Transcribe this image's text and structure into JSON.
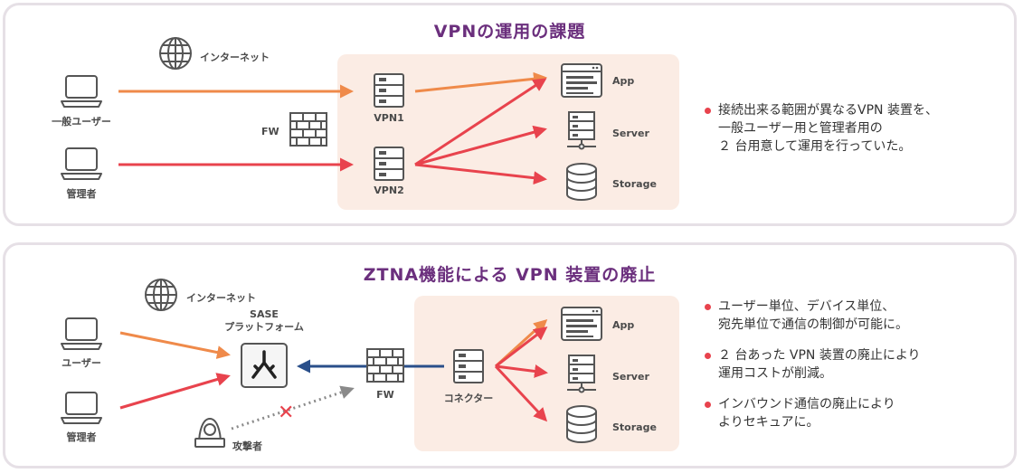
{
  "panel1": {
    "title": "VPNの運用の課題",
    "internet_label": "インターネット",
    "users": [
      "一般ユーザー",
      "管理者"
    ],
    "fw_label": "FW",
    "vpn_labels": [
      "VPN1",
      "VPN2"
    ],
    "resources": [
      "App",
      "Server",
      "Storage"
    ],
    "bullets": [
      "接続出来る範囲が異なるVPN 装置を、\n一般ユーザー用と管理者用の\n２ 台用意して運用を行っていた。"
    ]
  },
  "panel2": {
    "title": "ZTNA機能による VPN 装置の廃止",
    "internet_label": "インターネット",
    "users": [
      "ユーザー",
      "管理者"
    ],
    "sase_label": "SASE\nプラットフォーム",
    "fw_label": "FW",
    "connector_label": "コネクター",
    "attacker_label": "攻撃者",
    "resources": [
      "App",
      "Server",
      "Storage"
    ],
    "bullets": [
      "ユーザー単位、デバイス単位、\n宛先単位で通信の制御が可能に。",
      "２ 台あった VPN 装置の廃止により\n運用コストが削減。",
      "インバウンド通信の廃止により\nよりセキュアに。"
    ]
  },
  "colors": {
    "title": "#6b2f7d",
    "orange": "#ef8a4a",
    "red": "#e8434d",
    "blue": "#2a4f8a",
    "zone": "#fbece4",
    "border": "#e6e0e6"
  }
}
